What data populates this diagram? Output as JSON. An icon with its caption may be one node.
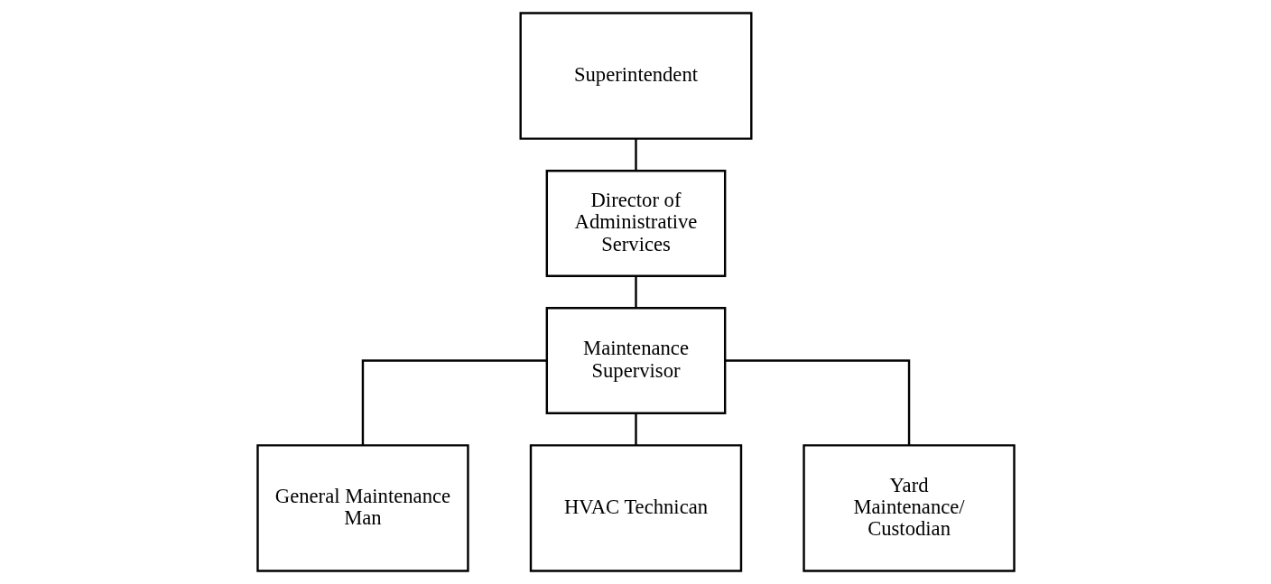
{
  "diagram": {
    "nodes": [
      {
        "text": [
          "Superintendent"
        ]
      },
      {
        "text": [
          "Director of Administrative Services"
        ]
      },
      {
        "text": [
          "Maintenance Supervisor"
        ]
      },
      {
        "text": [
          "General Maintenance Man"
        ]
      },
      {
        "text": [
          "HVAC Technican"
        ]
      },
      {
        "text": [
          "Yard Maintenance/ Custodian"
        ]
      }
    ],
    "edges": [
      {
        "from": 0,
        "to": 1,
        "arrow": "none"
      },
      {
        "from": 1,
        "to": 2,
        "arrow": "none"
      },
      {
        "from": 2,
        "to": 3,
        "arrow": "none"
      },
      {
        "from": 2,
        "to": 4,
        "arrow": "none"
      },
      {
        "from": 2,
        "to": 5,
        "arrow": "none"
      }
    ]
  }
}
